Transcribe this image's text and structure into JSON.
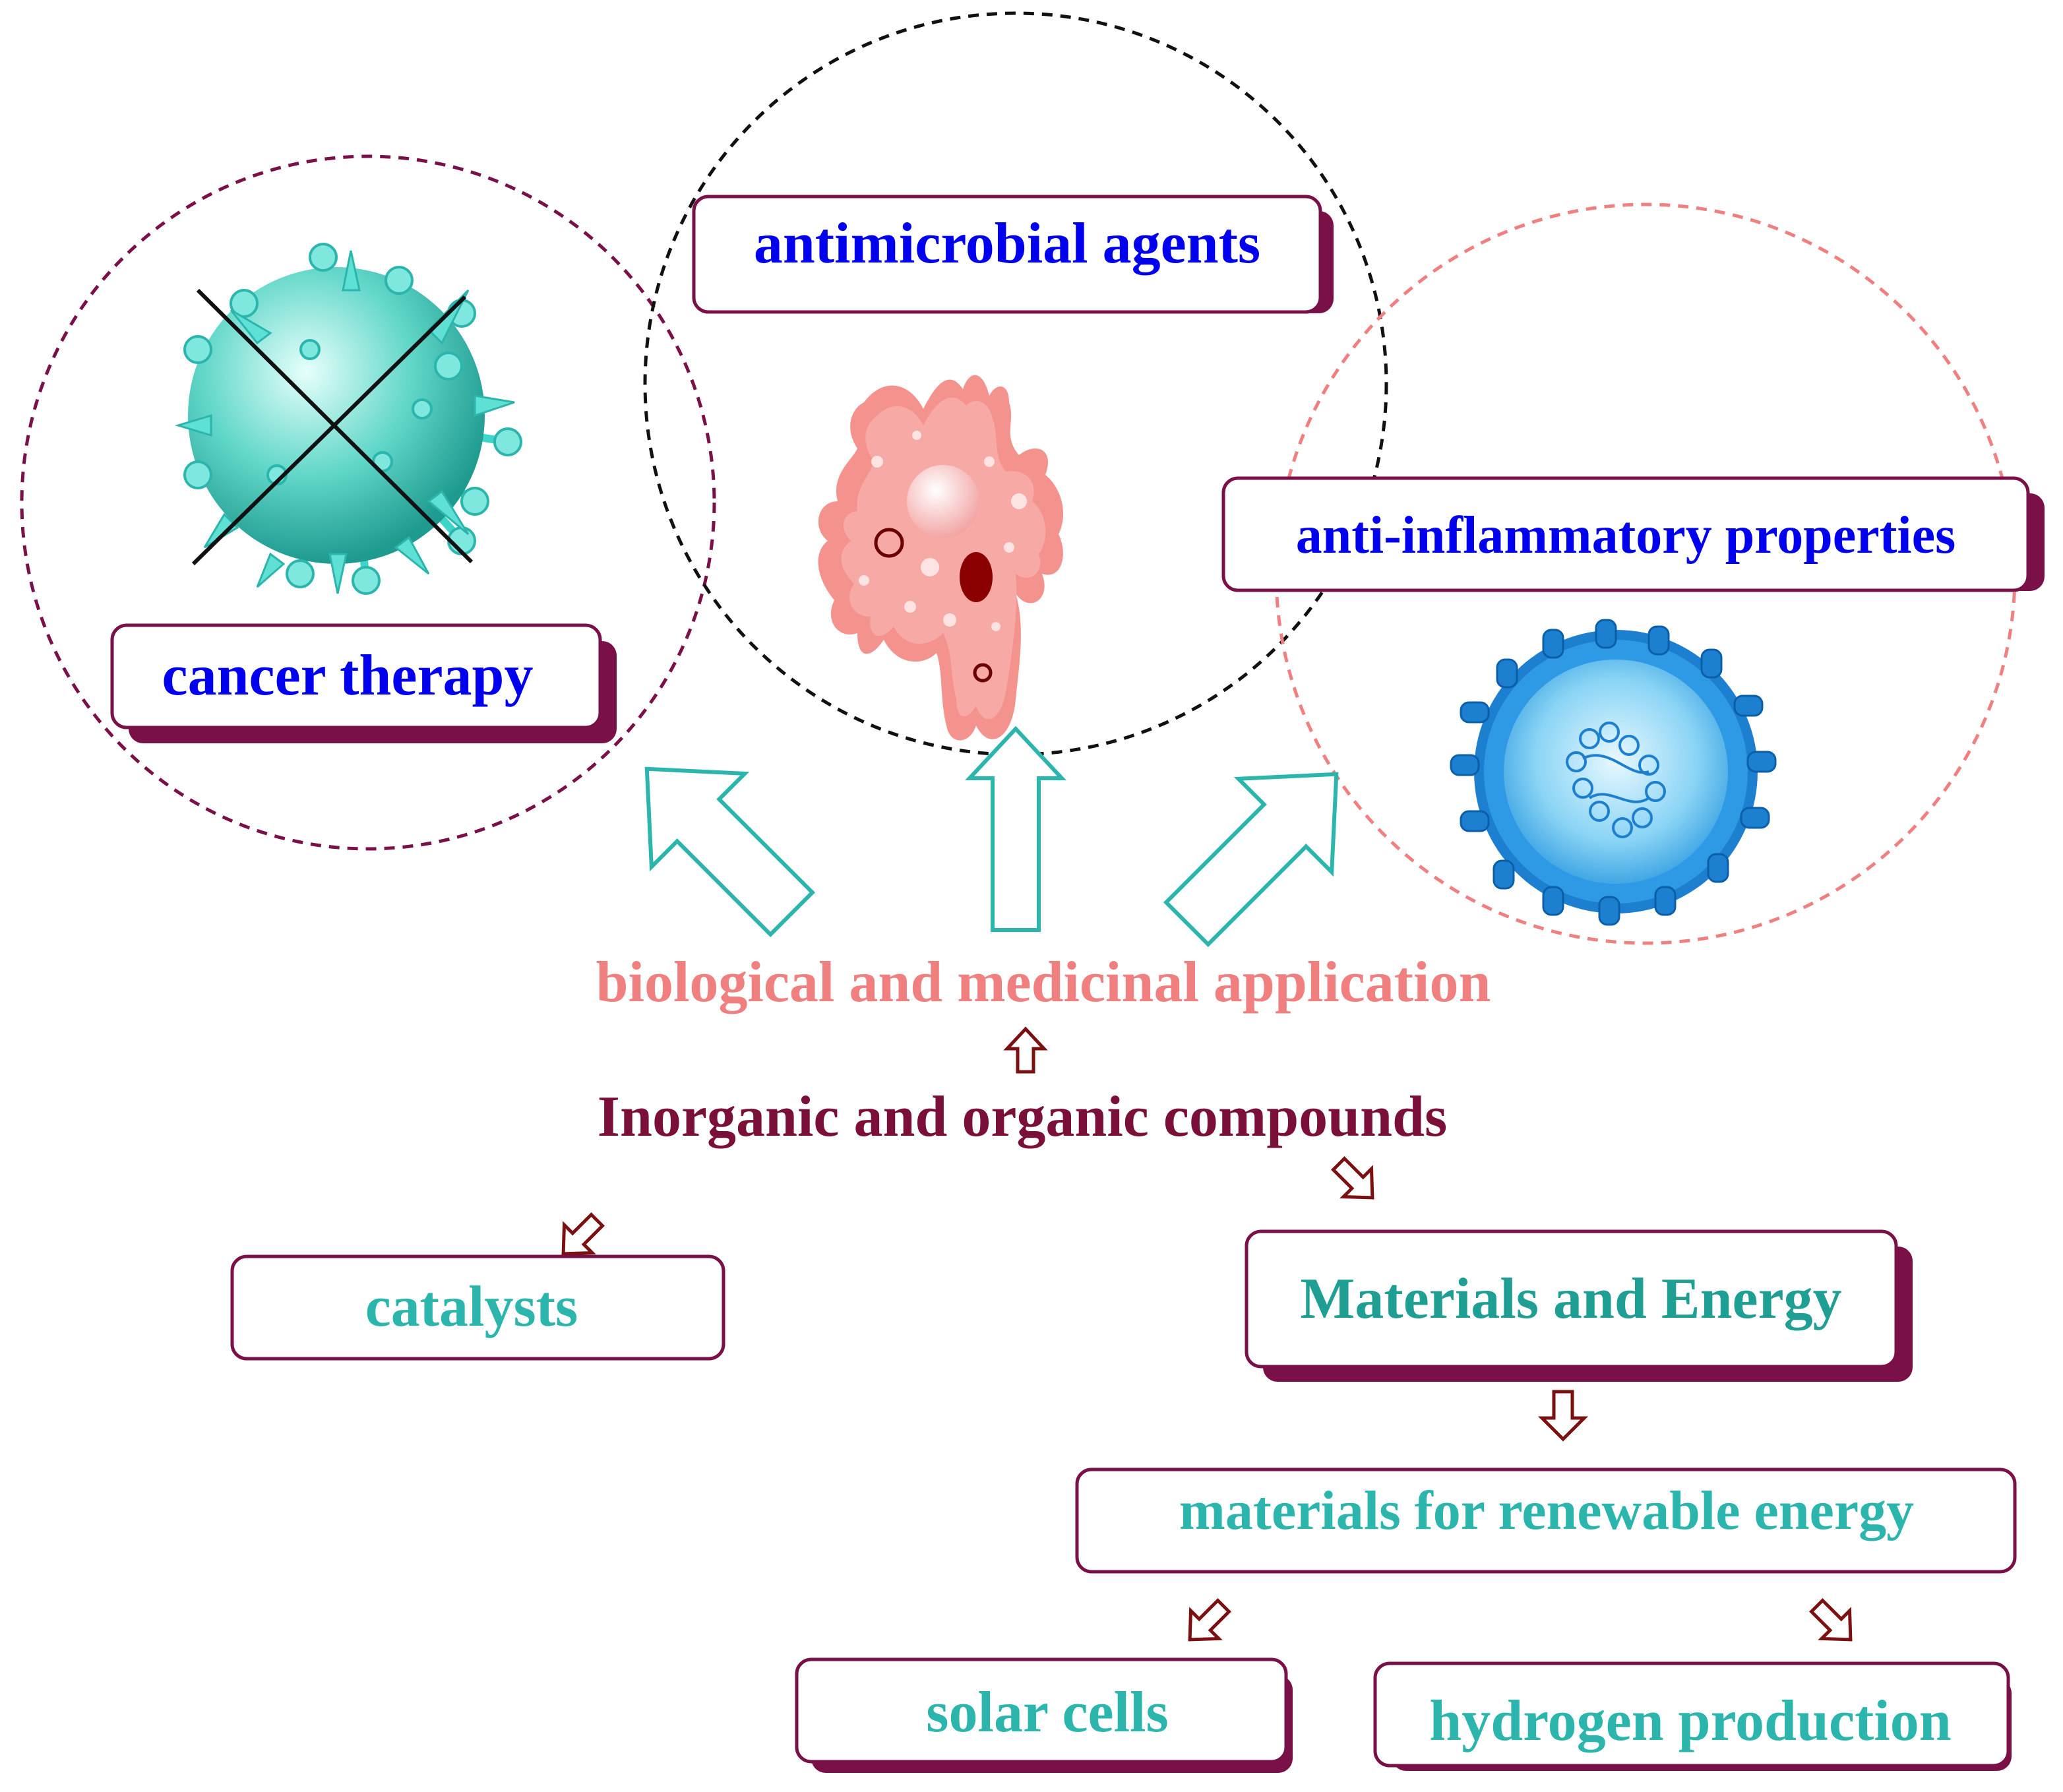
{
  "labels": {
    "cancer_therapy": "cancer therapy",
    "antimicrobial_agents": "antimicrobial agents",
    "anti_inflammatory": "anti-inflammatory properties",
    "bio_medicinal": "biological and medicinal application",
    "compounds": "Inorganic and organic compounds",
    "catalysts": "catalysts",
    "materials_energy": "Materials and Energy",
    "renewable": "materials for renewable energy",
    "solar_cells": "solar cells",
    "hydrogen": "hydrogen production"
  },
  "colors": {
    "blue_text": "#0000ee",
    "teal_text": "#2bb5ad",
    "pink_text": "#f08080",
    "maroon": "#7a0f3a",
    "box_border": "#7a1048",
    "box_shadow": "#7a1048",
    "teal_arrow": "#2bb5ad",
    "dark_red_arrow": "#7a1010"
  },
  "icons": {
    "cancer_cell": "cancer-cell-crossed-icon",
    "bacterium": "bacterium-icon",
    "virus": "virus-icon"
  }
}
